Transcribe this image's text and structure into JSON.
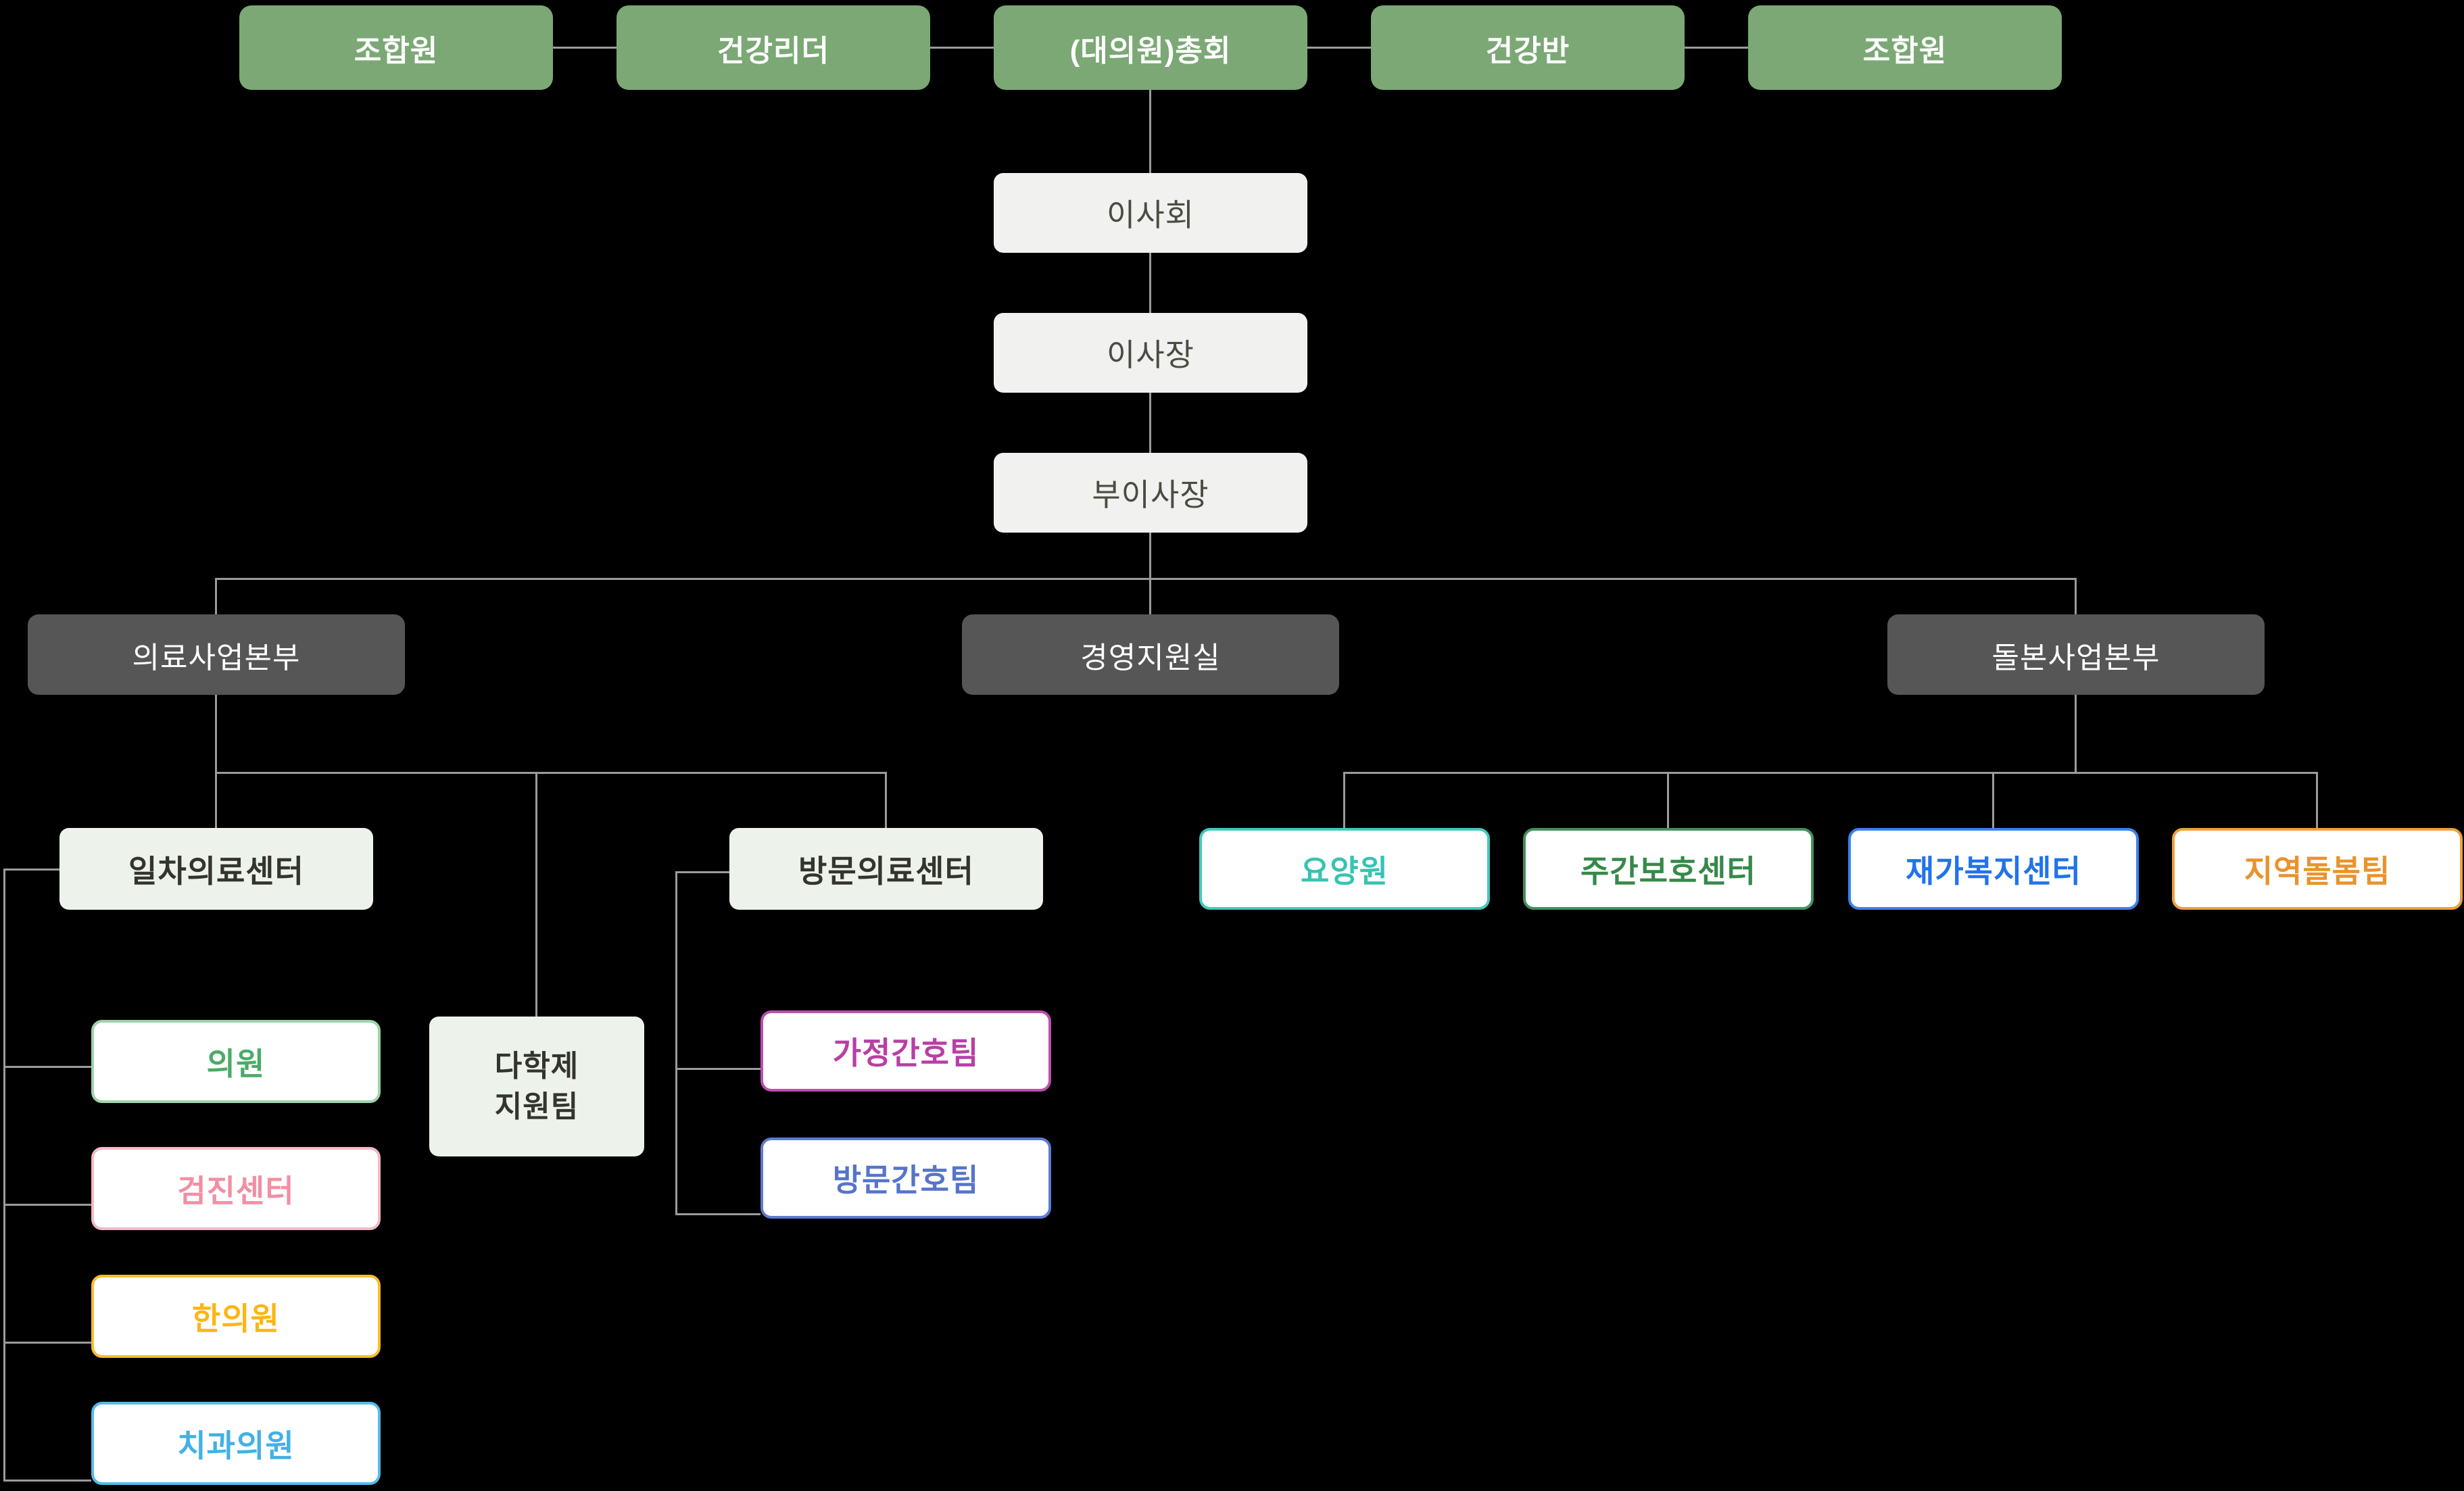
{
  "org": {
    "members_row": [
      {
        "label": "조합원"
      },
      {
        "label": "건강리더"
      },
      {
        "label": "(대의원)총회"
      },
      {
        "label": "건강반"
      },
      {
        "label": "조합원"
      }
    ],
    "governance": [
      {
        "label": "이사회"
      },
      {
        "label": "이사장"
      },
      {
        "label": "부이사장"
      }
    ],
    "divisions": [
      {
        "label": "의료사업본부"
      },
      {
        "label": "경영지원실"
      },
      {
        "label": "돌본사업본부"
      }
    ],
    "medical": {
      "primary_center": {
        "label": "일차의료센터"
      },
      "support_team": {
        "line1": "다학제",
        "line2": "지원팀"
      },
      "visiting_center": {
        "label": "방문의료센터"
      },
      "primary_units": [
        {
          "label": "의원",
          "text_color": "#4cab66",
          "border_color": "#9ed3a8"
        },
        {
          "label": "검진센터",
          "text_color": "#f18fa3",
          "border_color": "#f3b9c4"
        },
        {
          "label": "한의원",
          "text_color": "#fdb515",
          "border_color": "#fdbc2c"
        },
        {
          "label": "치과의원",
          "text_color": "#41b1e5",
          "border_color": "#55bce9"
        }
      ],
      "visiting_units": [
        {
          "label": "가정간호팀",
          "text_color": "#b83fa5",
          "border_color": "#bb4fae"
        },
        {
          "label": "방문간호팀",
          "text_color": "#5674ca",
          "border_color": "#5d7bd0"
        }
      ]
    },
    "care_units": [
      {
        "label": "요양원",
        "text_color": "#37c3b3",
        "border_color": "#3fcabb"
      },
      {
        "label": "주간보호센터",
        "text_color": "#35894a",
        "border_color": "#44905c"
      },
      {
        "label": "재가복지센터",
        "text_color": "#2173ec",
        "border_color": "#3b82f0"
      },
      {
        "label": "지역돌봄팀",
        "text_color": "#e9932d",
        "border_color": "#eda03c"
      }
    ]
  },
  "colors": {
    "background": "#000000",
    "member_box_fill": "#7ba875",
    "member_box_text": "#ffffff",
    "governance_box_fill": "#f1f1ef",
    "governance_box_text": "#4b4b43",
    "division_box_fill": "#565656",
    "division_box_text": "#ffffff",
    "center_box_fill": "#edf3ea",
    "center_box_text": "#34342e",
    "connector": "#9b9b9b"
  }
}
